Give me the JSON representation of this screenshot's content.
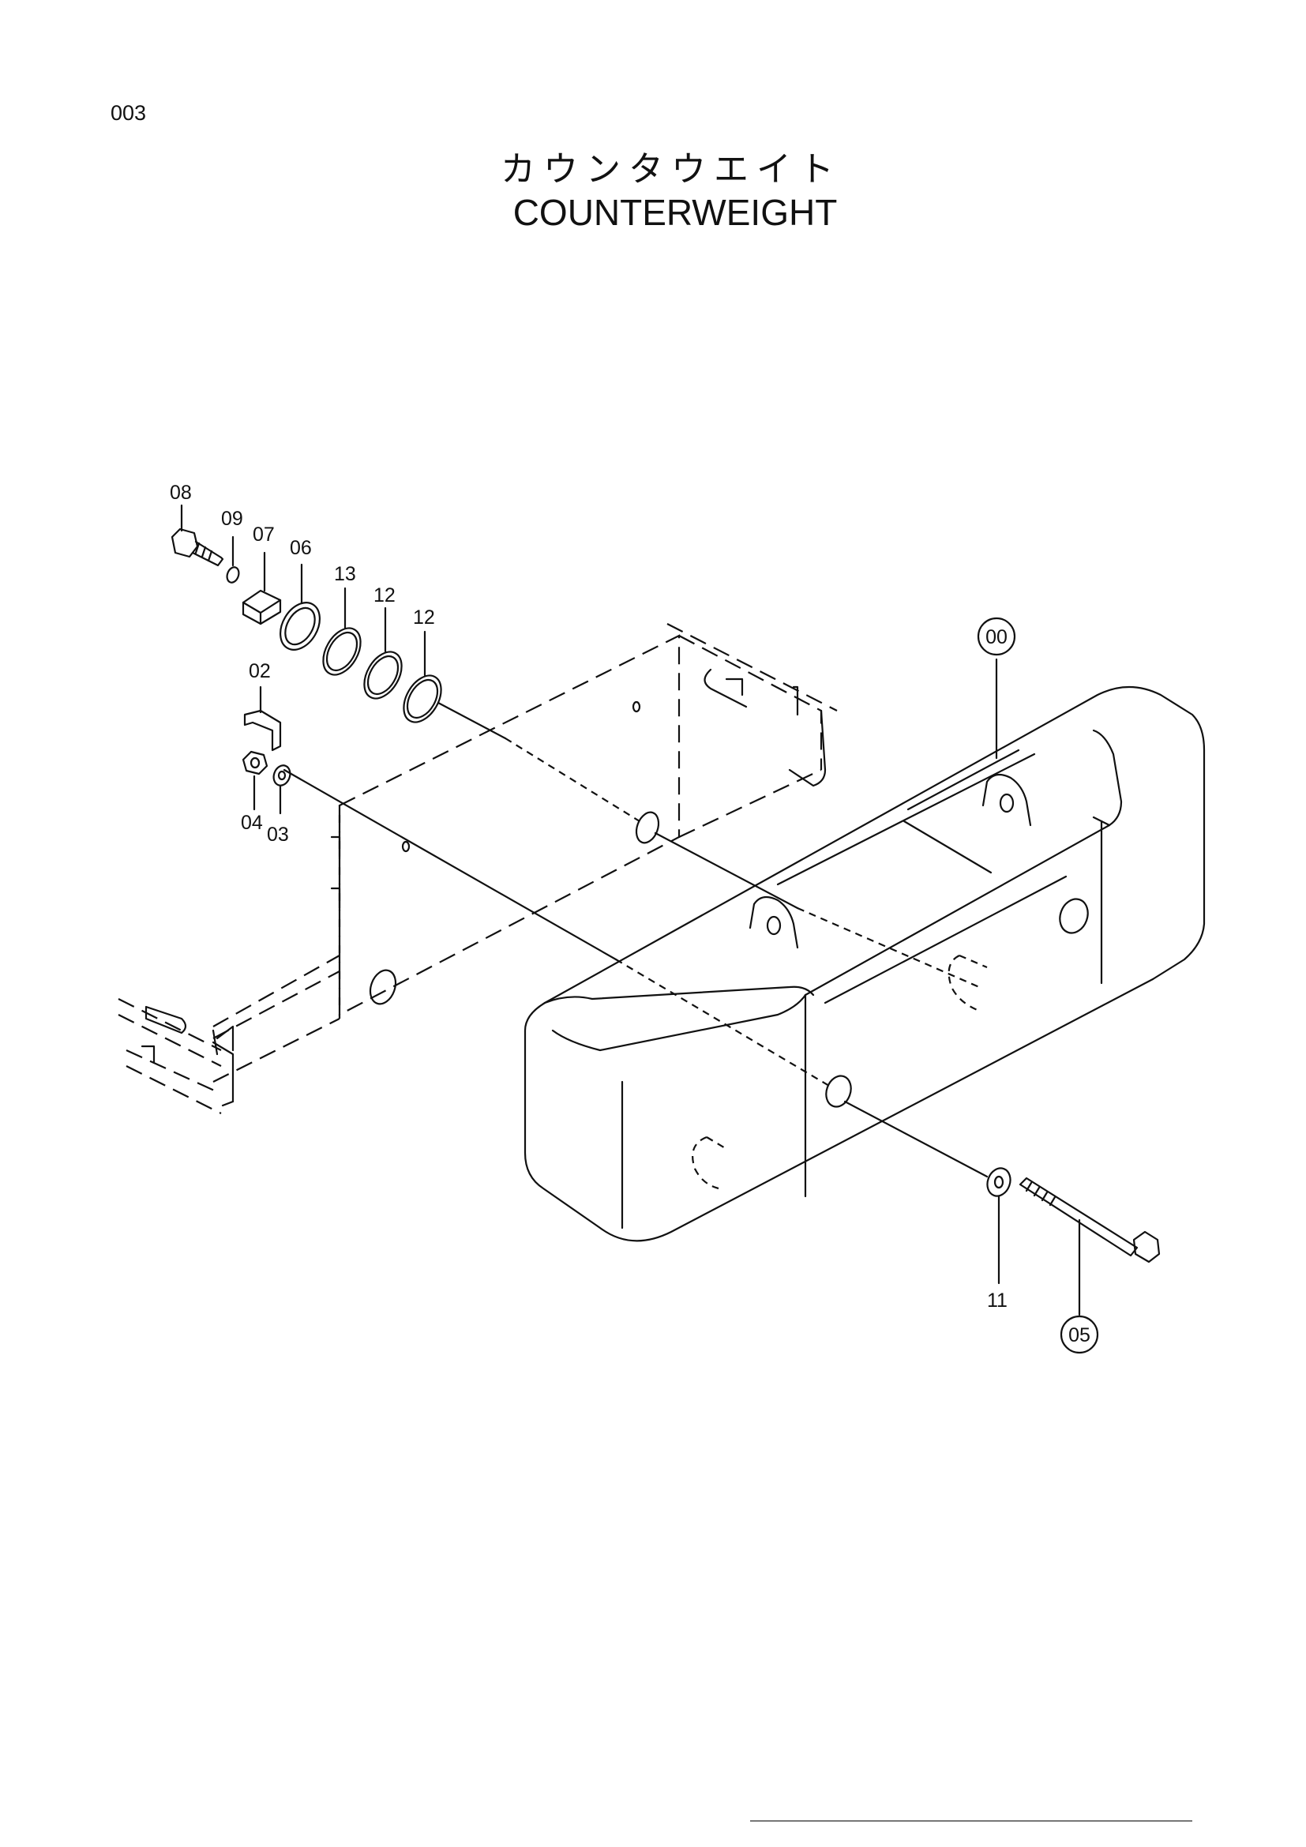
{
  "page_number": "003",
  "title_jp": "カウンタウエイト",
  "title_en": "COUNTERWEIGHT",
  "callouts": {
    "c08": "08",
    "c09": "09",
    "c07": "07",
    "c06": "06",
    "c13": "13",
    "c12a": "12",
    "c12b": "12",
    "c02": "02",
    "c04": "04",
    "c03": "03",
    "c00": "00",
    "c11": "11",
    "c05": "05"
  }
}
